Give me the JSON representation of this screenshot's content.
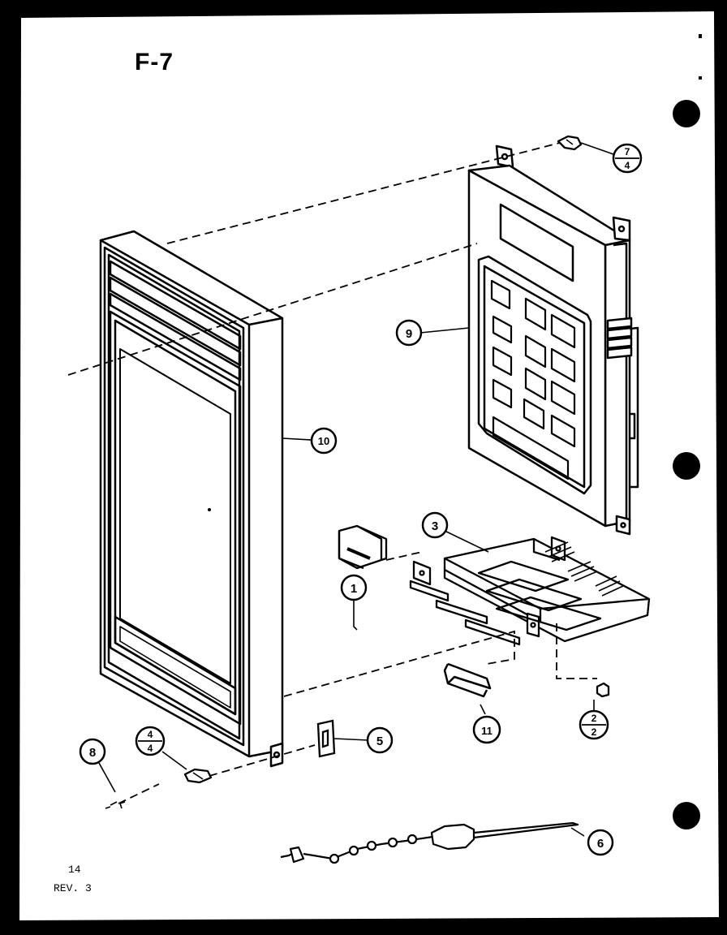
{
  "figure_id": "F-7",
  "page_number": "14",
  "revision": "REV. 3",
  "callouts": [
    {
      "id": "c1",
      "label": "1"
    },
    {
      "id": "c2",
      "top": "2",
      "bottom": "2"
    },
    {
      "id": "c3",
      "label": "3"
    },
    {
      "id": "c4",
      "top": "4",
      "bottom": "4"
    },
    {
      "id": "c5",
      "label": "5"
    },
    {
      "id": "c6",
      "label": "6"
    },
    {
      "id": "c7",
      "top": "7",
      "bottom": "4"
    },
    {
      "id": "c8",
      "label": "8"
    },
    {
      "id": "c9",
      "label": "9"
    },
    {
      "id": "c10",
      "label": "10"
    },
    {
      "id": "c11",
      "label": "11"
    }
  ]
}
